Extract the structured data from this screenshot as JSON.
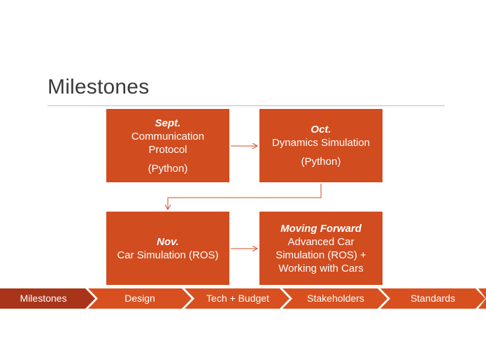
{
  "slide": {
    "title": "Milestones"
  },
  "milestones": [
    {
      "month": "Sept.",
      "line1": "Communication",
      "line2": "Protocol",
      "line3": "(Python)"
    },
    {
      "month": "Oct.",
      "line1": "Dynamics Simulation",
      "line3": "(Python)"
    },
    {
      "month": "Nov.",
      "line1": "Car Simulation (ROS)"
    },
    {
      "month": "Moving Forward",
      "line1": "Advanced Car",
      "line2": "Simulation (ROS) +",
      "line3": "Working with Cars"
    }
  ],
  "nav": {
    "items": [
      {
        "label": "Milestones",
        "active": true
      },
      {
        "label": "Design",
        "active": false
      },
      {
        "label": "Tech + Budget",
        "active": false
      },
      {
        "label": "Stakeholders",
        "active": false
      },
      {
        "label": "Standards",
        "active": false
      }
    ]
  },
  "colors": {
    "box": "#d14c1f",
    "nav_active": "#a8341a",
    "nav_inactive": "#d8501f",
    "connector": "#d14c1f"
  }
}
